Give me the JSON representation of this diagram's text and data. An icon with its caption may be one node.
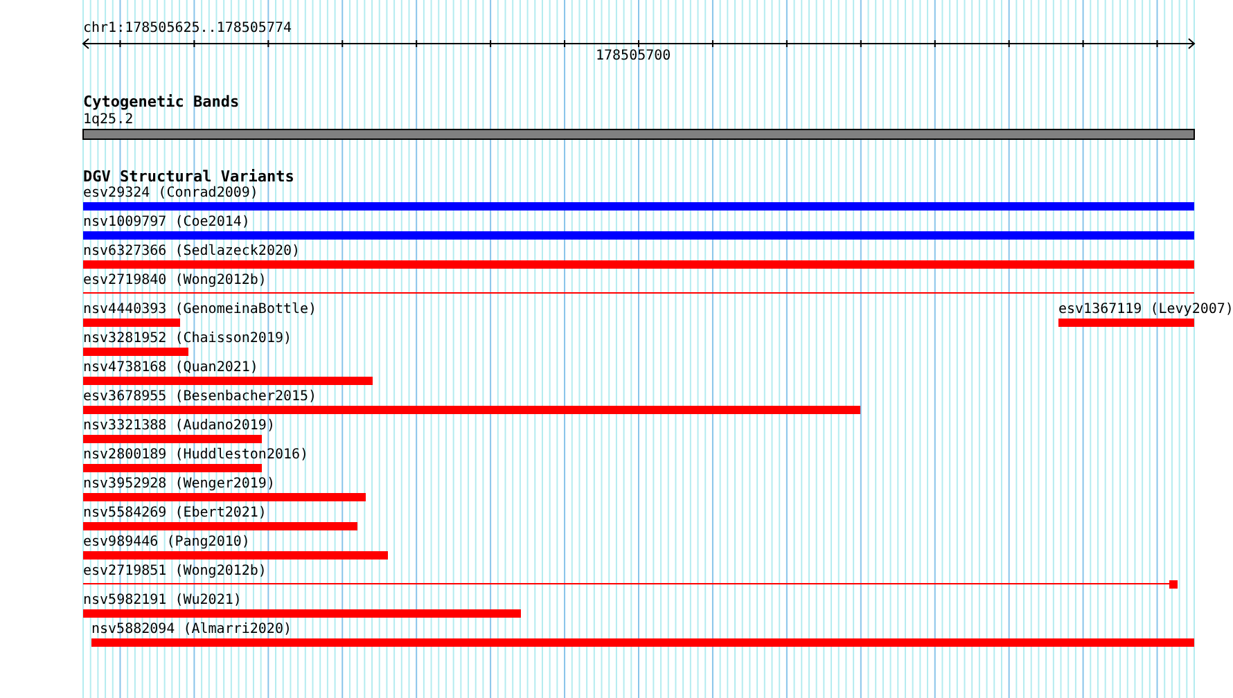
{
  "diagram": {
    "labels": [
      "chr1:178505625..178505774",
      "178505700",
      "Cytogenetic Bands",
      "1q25.2",
      "DGV Structural Variants",
      "esv29324 (Conrad2009)",
      "nsv1009797 (Coe2014)",
      "nsv6327366 (Sedlazeck2020)",
      "esv2719840 (Wong2012b)",
      "nsv4440393 (GenomeinaBottle)",
      "esv1367119 (Levy2007)",
      "nsv3281952 (Chaisson2019)",
      "nsv4738168 (Quan2021)",
      "esv3678955 (Besenbacher2015)",
      "nsv3321388 (Audano2019)",
      "nsv2800189 (Huddleston2016)",
      "nsv3952928 (Wenger2019)",
      "nsv5584269 (Ebert2021)",
      "esv989446 (Pang2010)",
      "esv2719851 (Wong2012b)",
      "nsv5982191 (Wu2021)",
      "nsv5882094 (Almarri2020)"
    ]
  }
}
